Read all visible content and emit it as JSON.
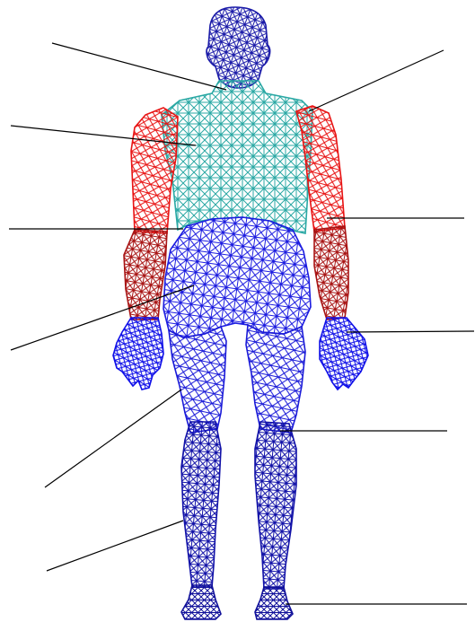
{
  "diagram": {
    "segments": [
      {
        "name": "head",
        "color": "#1a1aa8"
      },
      {
        "name": "upper-torso",
        "color": "#2aa8a4"
      },
      {
        "name": "upper-arm",
        "color": "#e81414"
      },
      {
        "name": "forearm",
        "color": "#a81414"
      },
      {
        "name": "hand",
        "color": "#1010e8"
      },
      {
        "name": "pelvis",
        "color": "#1c1ce0"
      },
      {
        "name": "thigh",
        "color": "#1a1ad8"
      },
      {
        "name": "lower-leg",
        "color": "#1212a8"
      },
      {
        "name": "foot",
        "color": "#10109a"
      }
    ],
    "leader_line_color": "#000000",
    "leader_line_count": 11
  }
}
